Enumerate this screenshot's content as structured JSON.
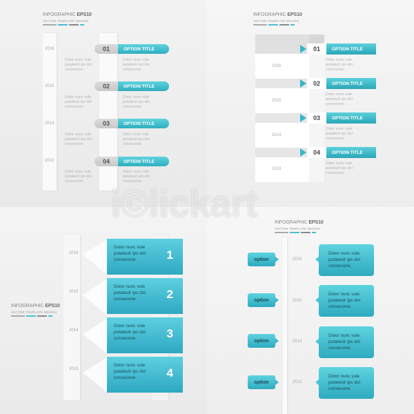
{
  "header": {
    "title_main": "INFOGRAPHIC",
    "title_tail": "EPS10",
    "subtitle": "VECTOR TEMPLATE DESIGN"
  },
  "years": [
    "2016",
    "2015",
    "2014",
    "2013"
  ],
  "description": "Dolor nunc vule putateulr ips dol consecone.",
  "numbers": [
    "01",
    "02",
    "03",
    "04"
  ],
  "big_numbers": [
    "1",
    "2",
    "3",
    "4"
  ],
  "option_title": "OPTION TITLE",
  "option": "option",
  "watermark": "i©lickart",
  "colors": {
    "accent": "#35b7c8",
    "accent_dark": "#2aa6b8",
    "text_dark": "#1c4a58",
    "muted": "#b3b3b3"
  }
}
